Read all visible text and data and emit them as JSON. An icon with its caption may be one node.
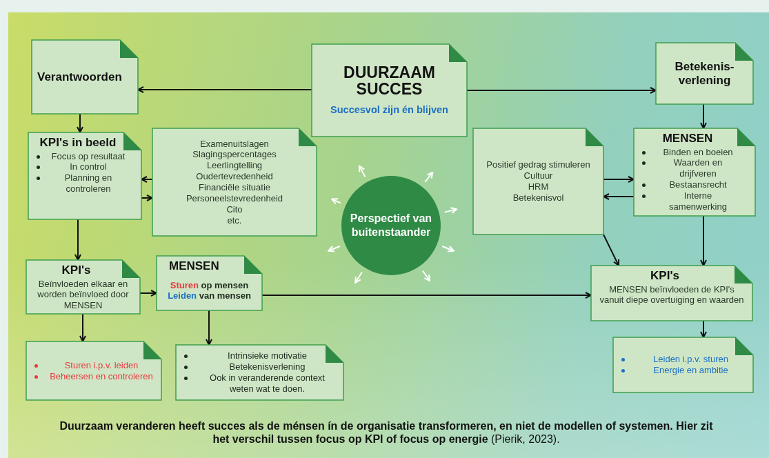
{
  "diagram": {
    "caption": "**Duurzaam veranderen heeft succes als de ménsen ín de organisatie transformeren, en niet de modellen of systemen. Hier zit het verschil tussen focus op KPI of focus op energie** (Pierik, 2023).",
    "nodes": [
      {
        "text": [
          "DUURZAAM SUCCES",
          "Succesvol zijn én blijven"
        ]
      },
      {
        "text": [
          "Verantwoorden"
        ]
      },
      {
        "text": [
          "Betekenis- verlening"
        ]
      },
      {
        "text": [
          "KPI's in beeld",
          "Focus op resultaat",
          "In control",
          "Planning en controleren"
        ]
      },
      {
        "text": [
          "Examenuitslagen",
          "Slagingspercentages",
          "Leerlingtelling",
          "Oudertevredenheid",
          "Financiële situatie",
          "Personeelstevredenheid",
          "Cito",
          "etc."
        ]
      },
      {
        "text": [
          "Perspectief van buitenstaander"
        ]
      },
      {
        "text": [
          "Positief gedrag stimuleren",
          "Cultuur",
          "HRM",
          "Betekenisvol"
        ]
      },
      {
        "text": [
          "MENSEN",
          "Binden en boeien",
          "Waarden en drijfveren",
          "Bestaansrecht",
          "Interne samenwerking"
        ]
      },
      {
        "text": [
          "KPI's",
          "Beïnvloeden elkaar en worden beïnvloed door MENSEN"
        ]
      },
      {
        "text": [
          "MENSEN",
          "Sturen op mensen",
          "Leiden van mensen"
        ]
      },
      {
        "text": [
          "KPI's",
          "MENSEN beïnvloeden de KPI's vanuit diepe overtuiging en waarden"
        ]
      },
      {
        "text": [
          "Sturen i.p.v. leiden",
          "Beheersen en controleren"
        ]
      },
      {
        "text": [
          "Intrinsieke motivatie",
          "Betekenisverlening",
          "Ook in veranderende context weten wat te doen."
        ]
      },
      {
        "text": [
          "Leiden i.p.v. sturen",
          "Energie en ambitie"
        ]
      }
    ],
    "edges": [
      {
        "from": 0,
        "to": 1,
        "arrow": "to"
      },
      {
        "from": 0,
        "to": 2,
        "arrow": "to"
      },
      {
        "from": 1,
        "to": 3,
        "arrow": "to"
      },
      {
        "from": 4,
        "to": 3,
        "arrow": "to"
      },
      {
        "from": 3,
        "to": 4,
        "arrow": "to"
      },
      {
        "from": 2,
        "to": 7,
        "arrow": "to"
      },
      {
        "from": 7,
        "to": 6,
        "arrow": "to"
      },
      {
        "from": 6,
        "to": 7,
        "arrow": "to"
      },
      {
        "from": 6,
        "to": 10,
        "arrow": "to"
      },
      {
        "from": 7,
        "to": 10,
        "arrow": "to"
      },
      {
        "from": 3,
        "to": 8,
        "arrow": "to"
      },
      {
        "from": 8,
        "to": 9,
        "arrow": "to"
      },
      {
        "from": 9,
        "to": 10,
        "arrow": "to"
      },
      {
        "from": 8,
        "to": 11,
        "arrow": "to"
      },
      {
        "from": 9,
        "to": 12,
        "arrow": "to"
      },
      {
        "from": 10,
        "to": 13,
        "arrow": "to"
      }
    ]
  }
}
